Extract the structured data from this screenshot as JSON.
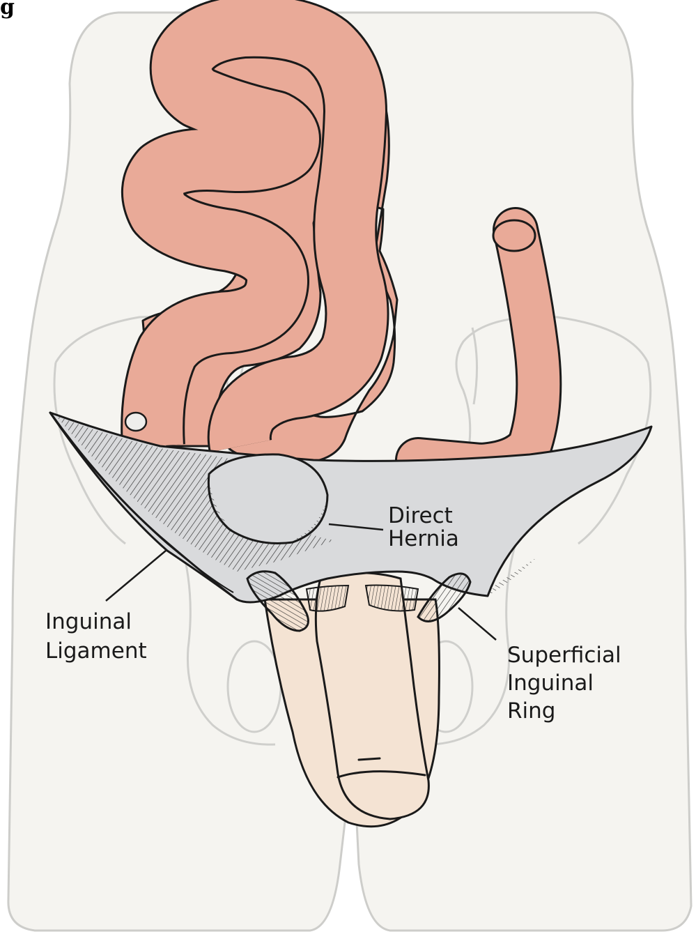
{
  "figure": {
    "corner_label": "g",
    "labels": {
      "direct_hernia": [
        "Direct",
        "Hernia"
      ],
      "inguinal_ligament": [
        "Inguinal",
        "Ligament"
      ],
      "superficial_ring": [
        "Superficial",
        "Inguinal",
        "Ring"
      ]
    },
    "colors": {
      "body_fill": "#f5f4f0",
      "body_outline": "#cdcdca",
      "bowel": "#e9aa98",
      "membrane": "#d9dadc",
      "genital": "#f4e3d3",
      "line": "#1a1a1a"
    }
  }
}
